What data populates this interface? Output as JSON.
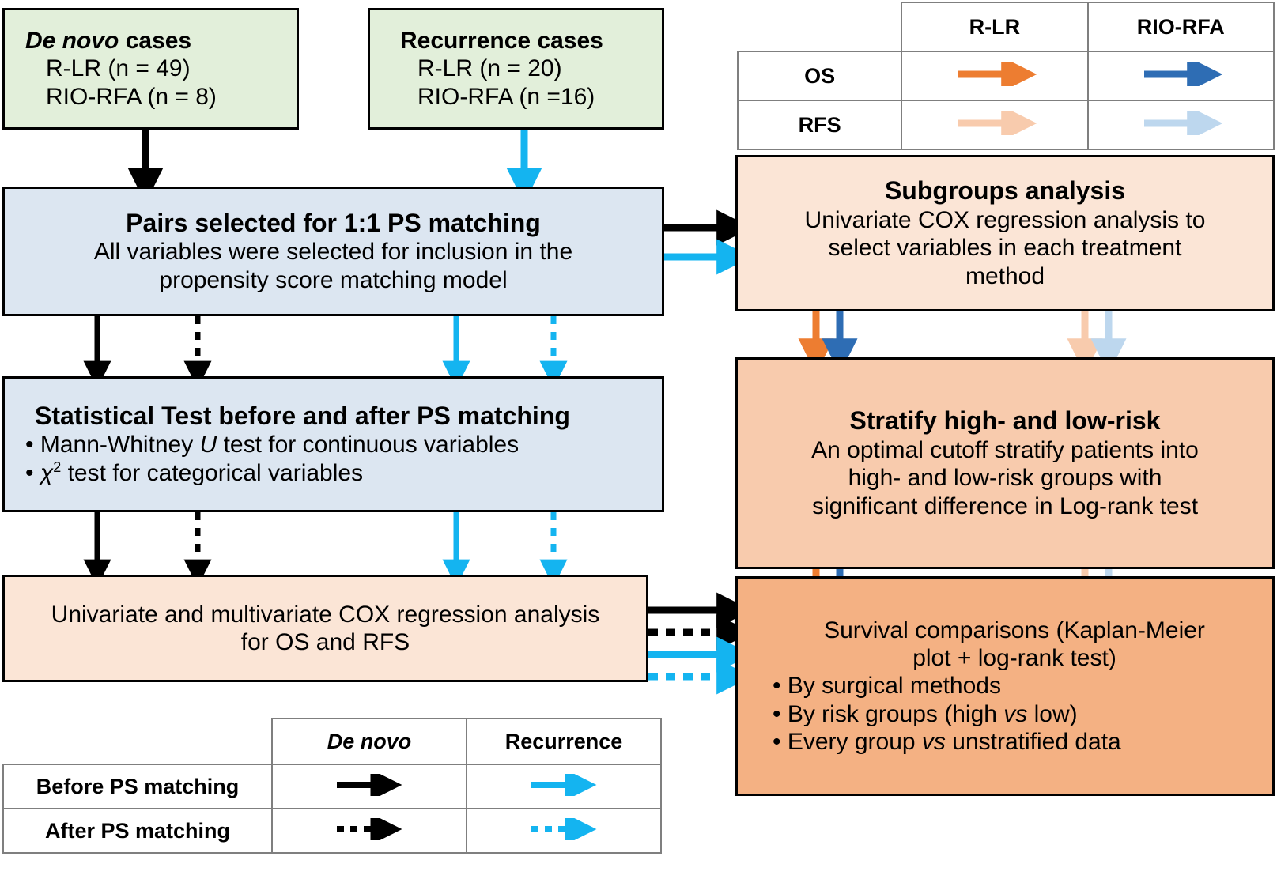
{
  "colors": {
    "green_fill": "#E2EFDA",
    "blue_fill": "#DCE6F1",
    "peach_fill": "#FBE5D6",
    "peach2_fill": "#F8CBAD",
    "orange_fill": "#F4B183",
    "black": "#000000",
    "cyan": "#14B4F0",
    "orange_arrow": "#ED7D31",
    "blue_arrow": "#2E6DB4",
    "light_orange_arrow": "#F8CBAD",
    "light_blue_arrow": "#BDD7EE",
    "table_border": "#7F7F7F"
  },
  "boxes": {
    "de_novo": {
      "title": "De novo",
      "title_suffix": " cases",
      "line1": "R-LR (n = 49)",
      "line2": "RIO-RFA (n = 8)"
    },
    "recurrence": {
      "title": "Recurrence cases",
      "line1": "R-LR (n = 20)",
      "line2": "RIO-RFA (n =16)"
    },
    "pairs": {
      "title": "Pairs selected for 1:1 PS matching",
      "line1": "All variables were selected for inclusion in the",
      "line2": "propensity score matching model"
    },
    "stat_test": {
      "title": "Statistical Test before and after PS matching",
      "bullet1_pre": "• Mann-Whitney ",
      "bullet1_italic": "U",
      "bullet1_post": " test for continuous variables",
      "bullet2_pre": "• ",
      "bullet2_italic": "χ",
      "bullet2_sup": "2",
      "bullet2_post": " test for categorical variables"
    },
    "cox": {
      "line1": "Univariate and multivariate COX regression analysis",
      "line2": "for OS and RFS"
    },
    "subgroups": {
      "title": "Subgroups analysis",
      "line1": "Univariate COX regression analysis to",
      "line2": "select variables in each treatment",
      "line3": "method"
    },
    "stratify": {
      "title": "Stratify high- and low-risk",
      "line1": "An optimal cutoff stratify patients into",
      "line2": "high- and low-risk groups with",
      "line3": "significant difference in Log-rank test"
    },
    "survival": {
      "line1": "Survival comparisons (Kaplan-Meier",
      "line2": "plot + log-rank test)",
      "bullet1": "• By surgical methods",
      "bullet2_pre": "• By risk groups (high ",
      "bullet2_italic": "vs",
      "bullet2_post": " low)",
      "bullet3_pre": "• Every group ",
      "bullet3_italic": "vs",
      "bullet3_post": " unstratified data"
    }
  },
  "legend_top": {
    "corner": "",
    "columns": [
      "R-LR",
      "RIO-RFA"
    ],
    "rows": [
      {
        "label": "OS",
        "cells": [
          "arrow-orange-solid",
          "arrow-blue-solid"
        ]
      },
      {
        "label": "RFS",
        "cells": [
          "arrow-light-orange-solid",
          "arrow-light-blue-solid"
        ]
      }
    ]
  },
  "legend_bottom": {
    "corner": "",
    "columns": [
      "De novo",
      "Recurrence"
    ],
    "column_styles": [
      "italic",
      "bold"
    ],
    "rows": [
      {
        "label": "Before PS matching",
        "cells": [
          "arrow-black-solid",
          "arrow-cyan-solid"
        ]
      },
      {
        "label": "After PS matching",
        "cells": [
          "arrow-black-dotted",
          "arrow-cyan-dotted"
        ]
      }
    ]
  }
}
